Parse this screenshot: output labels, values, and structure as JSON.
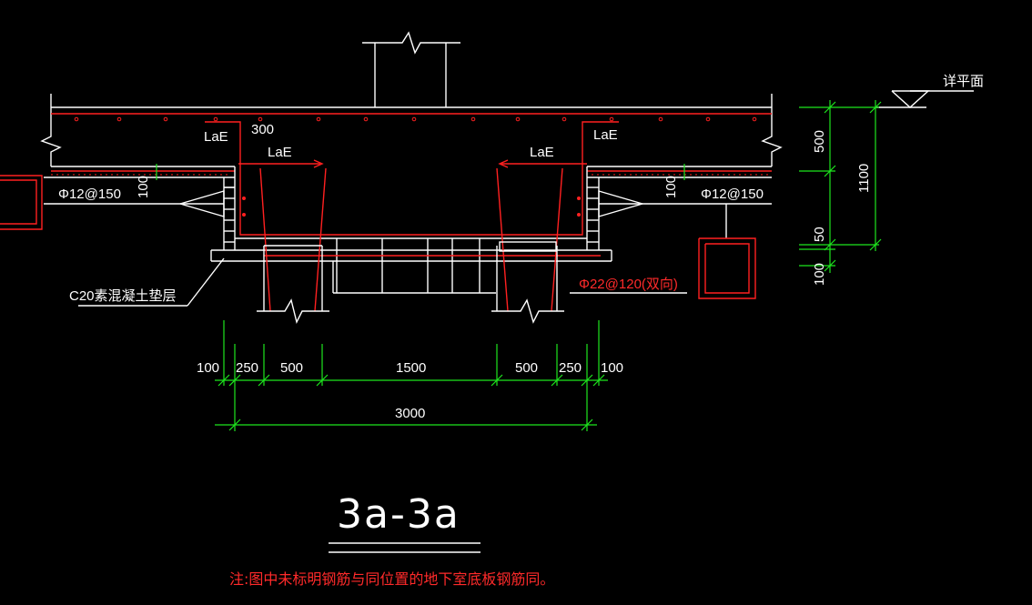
{
  "section_title": "3a-3a",
  "note": "注:图中未标明钢筋与同位置的地下室底板钢筋同。",
  "elevation_label": "详平面",
  "labels": {
    "lae_top_left": "LaE",
    "lae_mid_left": "LaE",
    "lae_top_right": "LaE",
    "lae_mid_right": "LaE",
    "dim_300": "300",
    "rebar_left": "Φ12@150",
    "rebar_right": "Φ12@150",
    "rebar_bottom": "Φ22@120(双向)",
    "cushion": "C20素混凝土垫层",
    "dim_100_left": "100",
    "dim_100_right": "100"
  },
  "dimensions_horizontal": [
    "100",
    "250",
    "500",
    "1500",
    "500",
    "250",
    "100"
  ],
  "dimension_total": "3000",
  "dimensions_vertical": [
    "500",
    "1100",
    "50",
    "100"
  ],
  "colors": {
    "lines": "#ffffff",
    "rebar": "#ff2020",
    "dims": "#1ee61e",
    "note": "#ff2a2a"
  }
}
